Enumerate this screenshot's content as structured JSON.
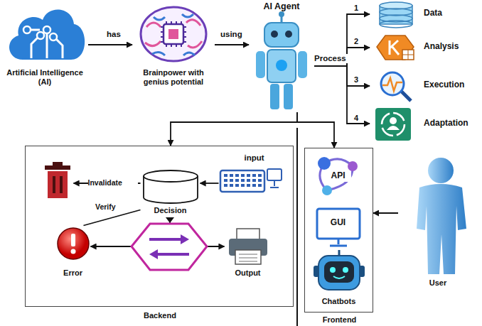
{
  "diagram": {
    "nodes": [
      {
        "text": [
          "Artificial Intelligence (AI)"
        ]
      },
      {
        "text": [
          "Brainpower with genius potential"
        ]
      },
      {
        "text": [
          "AI Agent"
        ]
      },
      {
        "text": [
          "Data"
        ]
      },
      {
        "text": [
          "Analysis"
        ]
      },
      {
        "text": [
          "Execution"
        ]
      },
      {
        "text": [
          "Adaptation"
        ]
      },
      {
        "text": [
          "Backend"
        ]
      },
      {
        "text": [
          "input"
        ],
        "in": 7
      },
      {
        "text": [
          "Decision"
        ],
        "in": 7
      },
      {
        "text": [
          "Invalidate"
        ],
        "in": 7
      },
      {
        "text": [
          "Error"
        ],
        "in": 7
      },
      {
        "text": [
          "Output"
        ],
        "in": 7
      },
      {
        "text": [
          "Frontend"
        ]
      },
      {
        "text": [
          "API"
        ],
        "in": 13
      },
      {
        "text": [
          "GUI"
        ],
        "in": 13
      },
      {
        "text": [
          "Chatbots"
        ],
        "in": 13
      },
      {
        "text": [
          "User"
        ]
      }
    ],
    "edges": [
      {
        "from": 0,
        "to": 1,
        "arrow": "to",
        "label": "has"
      },
      {
        "from": 1,
        "to": 2,
        "arrow": "to",
        "label": "using"
      },
      {
        "from": 2,
        "to": 3,
        "arrow": "to",
        "label": "Process"
      },
      {
        "from": 2,
        "to": 4,
        "arrow": "to"
      },
      {
        "from": 2,
        "to": 5,
        "arrow": "to"
      },
      {
        "from": 2,
        "to": 6,
        "arrow": "to"
      },
      {
        "from": 2,
        "to": 7,
        "arrow": "to"
      },
      {
        "from": 2,
        "to": 13,
        "arrow": "to"
      },
      {
        "from": 8,
        "to": 9,
        "arrow": "to"
      },
      {
        "from": 9,
        "to": 10,
        "arrow": "to"
      },
      {
        "from": 9,
        "to": 12,
        "arrow": "to"
      },
      {
        "from": 9,
        "to": 11,
        "arrow": "to"
      },
      {
        "from": 11,
        "to": 9,
        "arrow": "none",
        "label": "Verify"
      },
      {
        "from": 17,
        "to": 13,
        "arrow": "to"
      }
    ],
    "labels": [
      "1",
      "2",
      "3",
      "4"
    ]
  }
}
